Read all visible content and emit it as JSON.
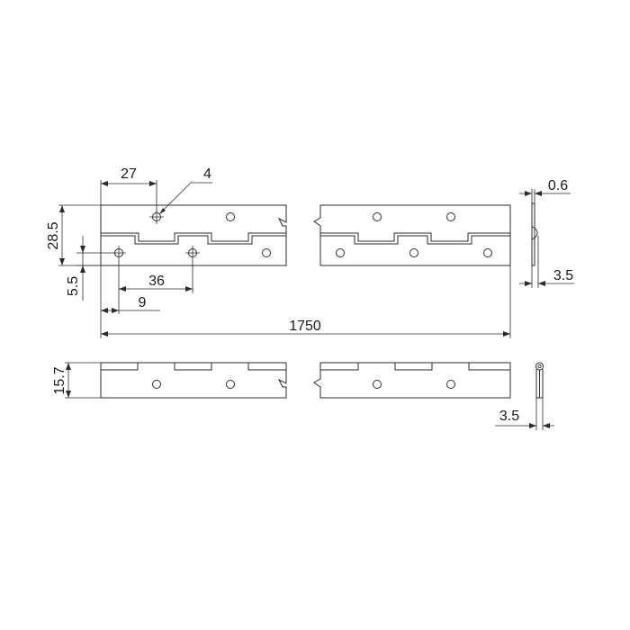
{
  "dimensions": {
    "hole_offset": "27",
    "hole_diameter": "4",
    "open_width": "28.5",
    "hole_row_offset": "5.5",
    "hole_pitch": "36",
    "hole_edge_offset": "9",
    "total_length": "1750",
    "leaf_thickness": "0.6",
    "side_width": "3.5",
    "closed_height": "15.7",
    "closed_side_width": "3.5"
  },
  "colors": {
    "line": "#2b2b2b",
    "background": "#ffffff"
  }
}
